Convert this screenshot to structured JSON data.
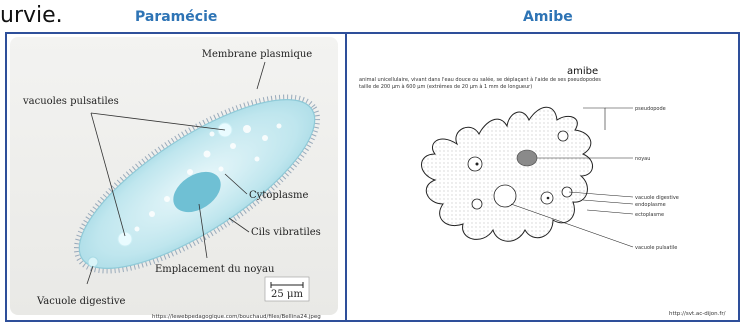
{
  "top_text": "urvie.",
  "paramecie": {
    "title": "Paramécie",
    "labels": {
      "membrane": "Membrane plasmique",
      "vacuoles_pulsatiles": "vacuoles pulsatiles",
      "cytoplasme": "Cytoplasme",
      "cils": "Cils vibratiles",
      "noyau": "Emplacement du noyau",
      "vacuole_digestive": "Vacuole digestive",
      "scale": "25 μm"
    },
    "url": "https://lewebpedagogique.com/bouchaud/files/Bellina24.jpeg"
  },
  "amibe": {
    "title": "Amibe",
    "heading": "amibe",
    "caption_line1": "animal unicellulaire, vivant dans l'eau douce ou salée, se déplaçant à l'aide de ses pseudopodes",
    "caption_line2": "taille de 200 µm à 600 µm (extrêmes de 20 µm à 1 mm de longueur)",
    "labels": {
      "pseudopode": "pseudopode",
      "noyau": "noyau",
      "vacuole_digestive": "vacuole digestive",
      "endoplasme": "endoplasme",
      "ectoplasme": "ectoplasme",
      "vacuole_pulsatile": "vacuole pulsatile"
    },
    "url": "http://svt.ac-dijon.fr/"
  },
  "colors": {
    "border": "#2e4f9a",
    "title": "#2e74b5",
    "cell": "#bfe6ee",
    "nucleus": "#6fc0d4",
    "amibe_nucleus": "#8a8a8a"
  }
}
